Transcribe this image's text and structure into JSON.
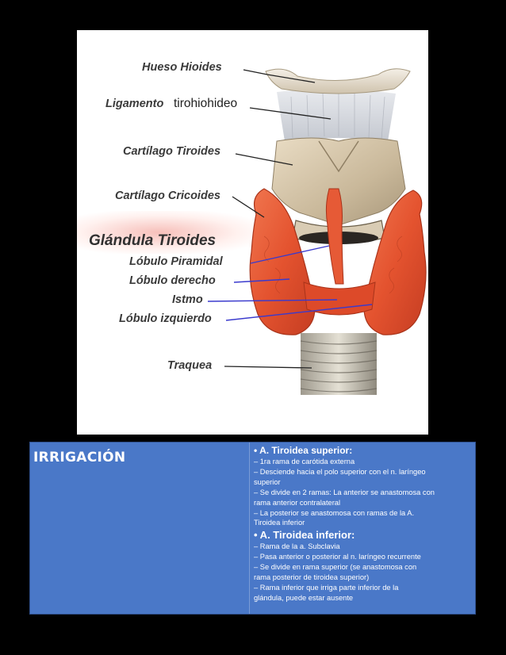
{
  "figure": {
    "labels": {
      "hueso_hioides": "Hueso Hioides",
      "ligamento_a": "Ligamento",
      "ligamento_b": "tirohiohideo",
      "cartilago_tiroides": "Cartílago Tiroides",
      "cartilago_cricoides": "Cartílago Cricoides",
      "glandula_tiroides": "Glándula Tiroides",
      "lobulo_piramidal": "Lóbulo Piramidal",
      "lobulo_derecho": "Lóbulo derecho",
      "istmo": "Istmo",
      "lobulo_izquierdo": "Lóbulo izquierdo",
      "traquea": "Traquea"
    }
  },
  "table": {
    "title": "IRRIGACIÓN",
    "superior": {
      "heading": "• A. Tiroidea superior:",
      "lines": [
        "– 1ra rama de carótida externa",
        "– Desciende hacia el polo superior con el n. laríngeo",
        "superior",
        "– Se divide en 2 ramas: La anterior se anastomosa con",
        "rama anterior contralateral",
        "– La posterior se anastomosa con ramas de la A.",
        "Tiroidea inferior"
      ]
    },
    "inferior": {
      "heading": "• A. Tiroidea inferior:",
      "lines": [
        "– Rama de la a. Subclavia",
        "– Pasa anterior o posterior al n. laríngeo recurrente",
        "– Se divide en rama superior (se anastomosa con",
        "rama posterior de tiroidea superior)",
        "– Rama inferior que irriga parte inferior de la",
        "glándula, puede estar ausente"
      ]
    }
  },
  "colors": {
    "page_background": "#000000",
    "table_background": "#4a78c8",
    "thyroid": "#e8573a",
    "cartilage": "#d6c7ad",
    "leader_blue": "#3a3acd"
  }
}
